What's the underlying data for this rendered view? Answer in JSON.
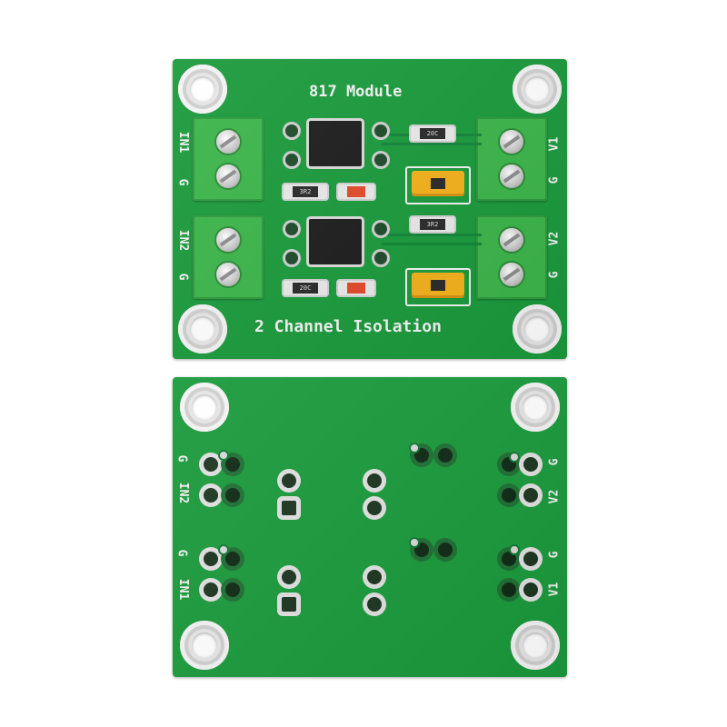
{
  "front": {
    "title": "817 Module",
    "footer": "2 Channel Isolation",
    "left_labels": {
      "in1": "IN1",
      "g1": "G",
      "in2": "IN2",
      "g2": "G"
    },
    "right_labels": {
      "v1": "V1",
      "g1": "G",
      "v2": "V2",
      "g2": "G"
    },
    "resistors": {
      "r_top1": "20C",
      "r_mid1": "3R2",
      "r_top2": "3R2",
      "r_mid2": "20C"
    }
  },
  "back": {
    "left_labels": {
      "g_top": "G",
      "in2": "IN2",
      "g_bot": "G",
      "in1": "IN1"
    },
    "right_labels": {
      "g_top": "G",
      "v2": "V2",
      "g_bot": "G",
      "v1": "V1"
    }
  },
  "colors": {
    "pcb": "#1a9a3c",
    "terminal": "#3cb54a",
    "jumper": "#f4b21b",
    "silk": "#f2f2f2"
  }
}
